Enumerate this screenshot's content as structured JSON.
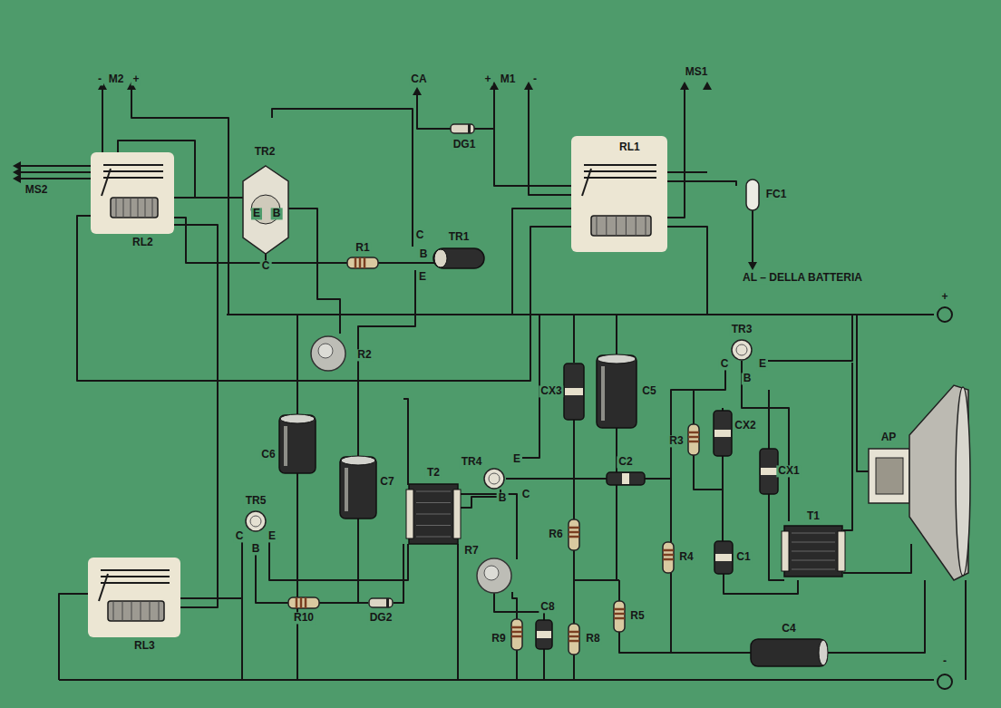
{
  "diagram": {
    "nodes": [
      {
        "text": [
          "RL2"
        ]
      },
      {
        "text": [
          "RL1"
        ]
      },
      {
        "text": [
          "RL3"
        ]
      }
    ],
    "edges": [
      {
        "from": 0,
        "to": 1,
        "arrow": "none"
      },
      {
        "from": 0,
        "to": 2,
        "arrow": "none"
      }
    ],
    "labels": [
      "-",
      "M2",
      "+",
      "MS2",
      "TR2",
      "E",
      "B",
      "C",
      "R1",
      "B",
      "C",
      "TR1",
      "E",
      "CA",
      "DG1",
      "+",
      "M1",
      "-",
      "MS1",
      "FC1",
      "AL – DELLA BATTERIA",
      "R2",
      "C6",
      "C7",
      "T2",
      "TR4",
      "E",
      "B",
      "C",
      "C5",
      "CX3",
      "C2",
      "R6",
      "R7",
      "C8",
      "R9",
      "R8",
      "R5",
      "R4",
      "R3",
      "CX2",
      "C1",
      "CX1",
      "T1",
      "TR3",
      "C",
      "E",
      "B",
      "AP",
      "C4",
      "TR5",
      "C",
      "B",
      "E",
      "R10",
      "DG2",
      "+",
      "-"
    ]
  }
}
